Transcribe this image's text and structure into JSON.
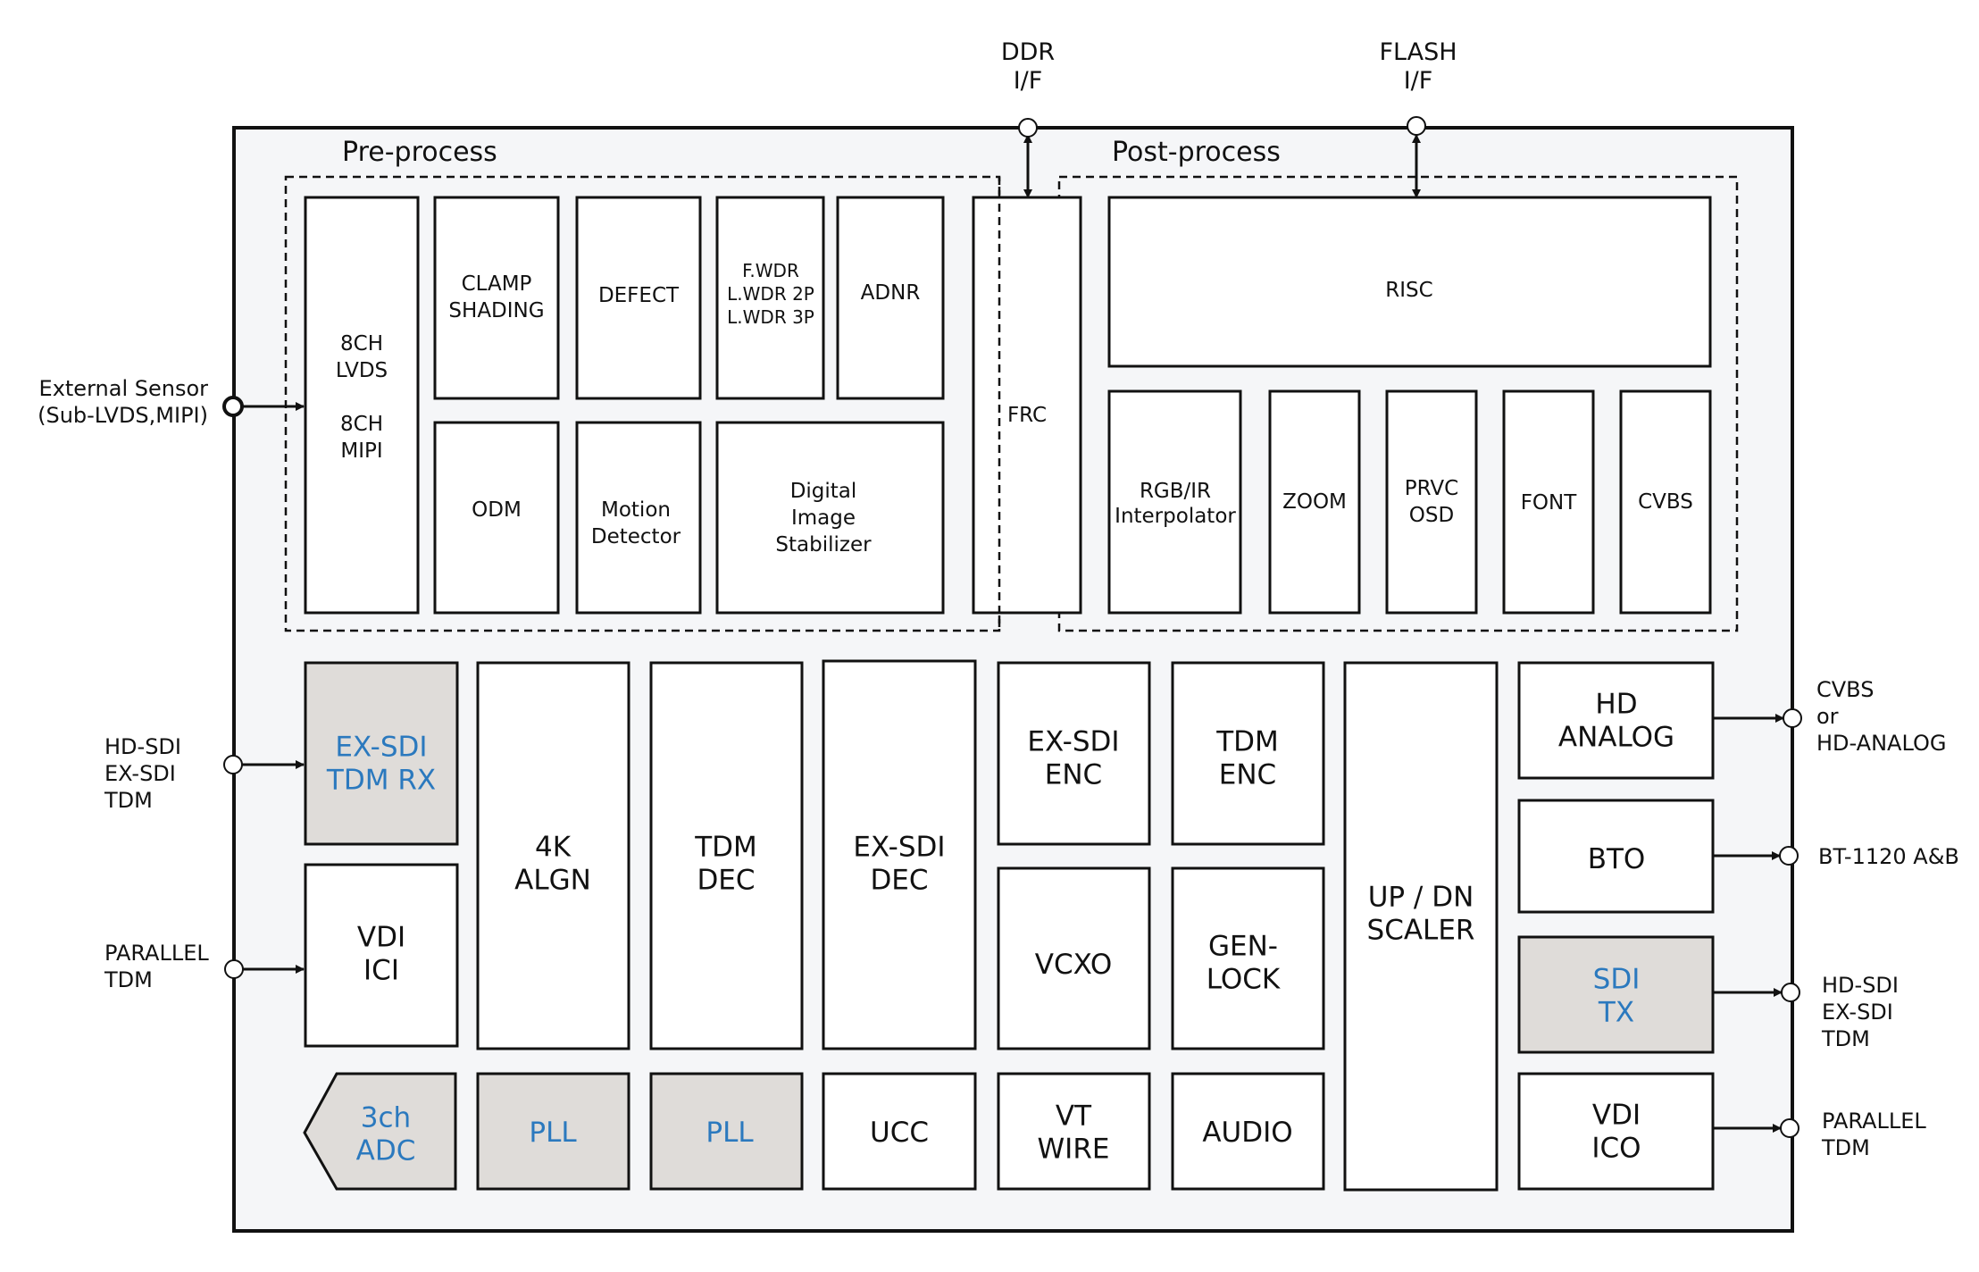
{
  "colors": {
    "chip_fill": "#f5f6f8",
    "block_fill": "#ffffff",
    "analog_fill": "#dfdcd9",
    "analog_text": "#2b79be",
    "line": "#111111"
  },
  "groups": {
    "pre": "Pre-process",
    "post": "Post-process"
  },
  "top_io": {
    "ddr": [
      "DDR",
      "I/F"
    ],
    "flash": [
      "FLASH",
      "I/F"
    ]
  },
  "left_io": {
    "sensor": [
      "External Sensor",
      "(Sub-LVDS,MIPI)"
    ],
    "sdi_in": [
      "HD-SDI",
      "EX-SDI",
      "TDM"
    ],
    "par_in": [
      "PARALLEL",
      "TDM"
    ]
  },
  "right_io": {
    "cvbs_out": [
      "CVBS",
      "or",
      "HD-ANALOG"
    ],
    "bt_out": [
      "BT-1120 A&B"
    ],
    "sdi_out": [
      "HD-SDI",
      "EX-SDI",
      "TDM"
    ],
    "par_out": [
      "PARALLEL",
      "TDM"
    ]
  },
  "blocks": {
    "lvds_mipi": [
      "8CH",
      "LVDS",
      "",
      "8CH",
      "MIPI"
    ],
    "clamp": [
      "CLAMP",
      "SHADING"
    ],
    "defect": [
      "DEFECT"
    ],
    "wdr": [
      "F.WDR",
      "L.WDR 2P",
      "L.WDR 3P"
    ],
    "adnr": [
      "ADNR"
    ],
    "odm": [
      "ODM"
    ],
    "motion": [
      "Motion",
      "Detector"
    ],
    "dis": [
      "Digital",
      "Image",
      "Stabilizer"
    ],
    "frc": [
      "FRC"
    ],
    "risc": [
      "RISC"
    ],
    "rgbir": [
      "RGB/IR",
      "Interpolator"
    ],
    "zoom": [
      "ZOOM"
    ],
    "prvc": [
      "PRVC",
      "OSD"
    ],
    "font": [
      "FONT"
    ],
    "cvbs": [
      "CVBS"
    ],
    "exsdi_rx": [
      "EX-SDI",
      "TDM RX"
    ],
    "vdi_ici": [
      "VDI",
      "ICI"
    ],
    "adc": [
      "3ch",
      "ADC"
    ],
    "align": [
      "4K",
      "ALGN"
    ],
    "pll1": [
      "PLL"
    ],
    "tdm_dec": [
      "TDM",
      "DEC"
    ],
    "pll2": [
      "PLL"
    ],
    "exsdi_dec": [
      "EX-SDI",
      "DEC"
    ],
    "ucc": [
      "UCC"
    ],
    "exsdi_enc": [
      "EX-SDI",
      "ENC"
    ],
    "vcxo": [
      "VCXO"
    ],
    "vt_wire": [
      "VT",
      "WIRE"
    ],
    "tdm_enc": [
      "TDM",
      "ENC"
    ],
    "genlock": [
      "GEN-",
      "LOCK"
    ],
    "audio": [
      "AUDIO"
    ],
    "scaler": [
      "UP / DN",
      "SCALER"
    ],
    "hd_analog": [
      "HD",
      "ANALOG"
    ],
    "bto": [
      "BTO"
    ],
    "sdi_tx": [
      "SDI",
      "TX"
    ],
    "vdi_ico": [
      "VDI",
      "ICO"
    ]
  }
}
